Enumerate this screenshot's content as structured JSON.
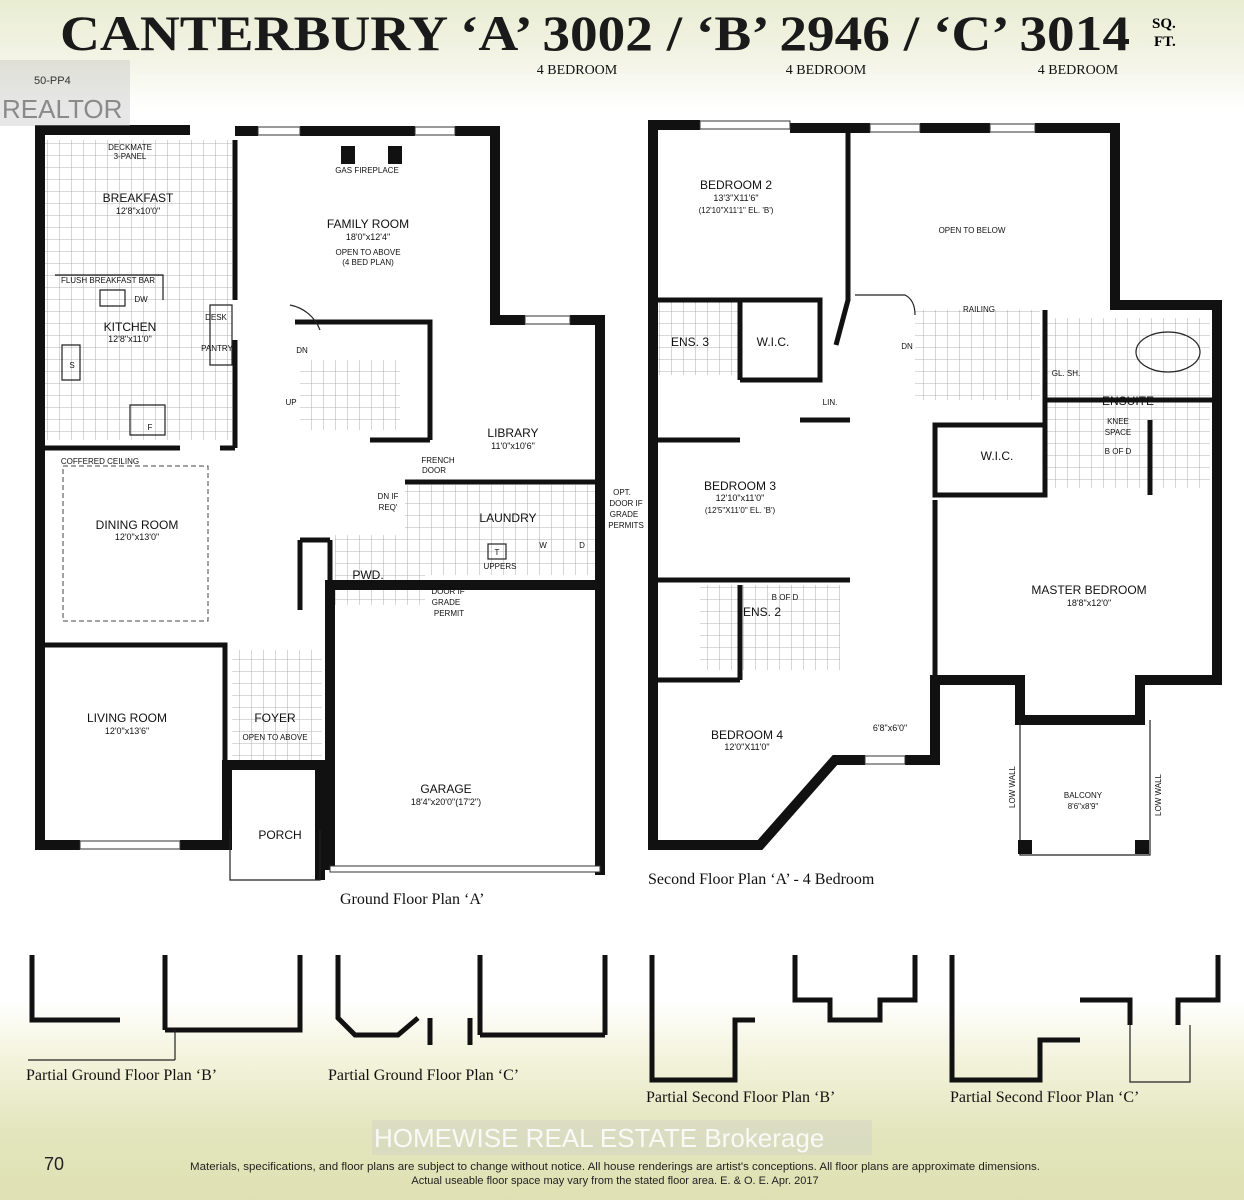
{
  "header": {
    "title": "CANTERBURY ‘A’ 3002 / ‘B’ 2946 / ‘C’ 3014",
    "unit_line1": "SQ.",
    "unit_line2": "FT.",
    "bedrooms": [
      "4 BEDROOM",
      "4 BEDROOM",
      "4 BEDROOM"
    ],
    "plan_code": "50-PP4",
    "realtor_watermark": "REALTOR"
  },
  "ground_floor": {
    "caption": "Ground Floor Plan ‘A’",
    "labels": {
      "deckmate1": "DECKMATE",
      "deckmate2": "3-PANEL",
      "breakfast": "BREAKFAST",
      "breakfast_dim": "12'8\"x10'0\"",
      "gas_fireplace": "GAS FIREPLACE",
      "family_room": "FAMILY ROOM",
      "family_room_dim": "18'0\"x12'4\"",
      "family_note1": "OPEN TO ABOVE",
      "family_note2": "(4 BED PLAN)",
      "flush_bar": "FLUSH BREAKFAST BAR",
      "dw": "DW",
      "kitchen": "KITCHEN",
      "kitchen_dim": "12'8\"x11'0\"",
      "desk": "DESK",
      "pantry": "PANTRY",
      "sink": "S",
      "fridge": "F",
      "stair_dn": "DN",
      "stair_up": "UP",
      "library": "LIBRARY",
      "library_dim": "11'0\"x10'6\"",
      "french1": "FRENCH",
      "french2": "DOOR",
      "coffered": "COFFERED CEILING",
      "dining": "DINING ROOM",
      "dining_dim": "12'0\"x13'0\"",
      "dn_if1": "DN IF",
      "dn_if2": "REQ'",
      "laundry": "LAUNDRY",
      "tub": "T",
      "uppers": "UPPERS",
      "washer": "W",
      "dryer": "D",
      "opt1": "OPT.",
      "opt2": "DOOR IF",
      "opt3": "GRADE",
      "opt4": "PERMITS",
      "pwd": "PWD.",
      "door_if1": "DOOR IF",
      "door_if2": "GRADE",
      "door_if3": "PERMIT",
      "living": "LIVING ROOM",
      "living_dim": "12'0\"x13'6\"",
      "foyer": "FOYER",
      "foyer_note": "OPEN TO ABOVE",
      "porch": "PORCH",
      "garage": "GARAGE",
      "garage_dim": "18'4\"x20'0\"(17'2\")"
    }
  },
  "second_floor": {
    "caption": "Second Floor Plan ‘A’ - 4 Bedroom",
    "labels": {
      "bed2": "BEDROOM 2",
      "bed2_dim": "13'3\"X11'6\"",
      "bed2_alt": "(12'10\"X11'1\" EL. 'B')",
      "open_below": "OPEN TO BELOW",
      "railing": "RAILING",
      "ens3": "ENS. 3",
      "wic1": "W.I.C.",
      "lin": "LIN.",
      "dn": "DN",
      "gl_sh": "GL. SH.",
      "ensuite": "ENSUITE",
      "knee1": "KNEE",
      "knee2": "SPACE",
      "b_of_d1": "B OF D",
      "wic2": "W.I.C.",
      "bed3": "BEDROOM 3",
      "bed3_dim": "12'10\"x11'0\"",
      "bed3_alt": "(12'5\"X11'0\" EL. 'B')",
      "b_of_d2": "B OF D",
      "ens2": "ENS. 2",
      "master": "MASTER BEDROOM",
      "master_dim": "18'8\"x12'0\"",
      "bed4": "BEDROOM 4",
      "bed4_dim": "12'0\"X11'0\"",
      "nook_dim": "6'8\"x6'0\"",
      "low_wall": "LOW WALL",
      "balcony": "BALCONY",
      "balcony_dim": "8'6\"x8'9\""
    }
  },
  "partial_plans": [
    {
      "caption": "Partial Ground Floor Plan ‘B’"
    },
    {
      "caption": "Partial Ground Floor Plan ‘C’"
    },
    {
      "caption": "Partial Second Floor Plan ‘B’"
    },
    {
      "caption": "Partial Second Floor Plan ‘C’"
    }
  ],
  "footer": {
    "page_number": "70",
    "brokerage_watermark": "HOMEWISE REAL ESTATE  Brokerage",
    "disclaimer_line1": "Materials, specifications, and floor plans are subject to change without notice. All house renderings are artist's conceptions. All floor plans are approximate dimensions.",
    "disclaimer_line2": "Actual useable floor space may vary from the stated floor area. E. & O. E. Apr. 2017"
  }
}
